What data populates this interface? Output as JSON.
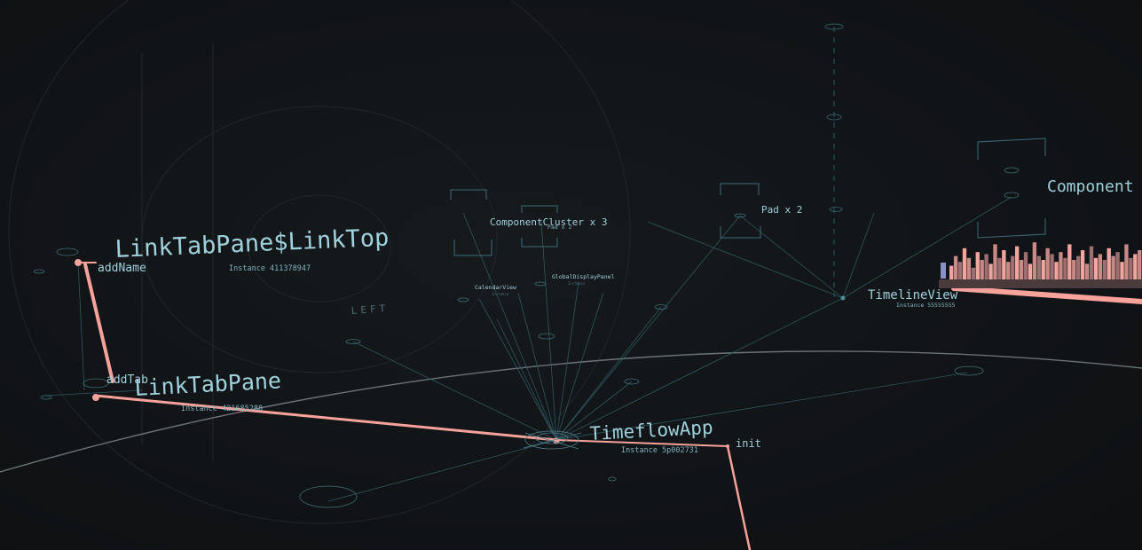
{
  "scene": {
    "background": "#111315",
    "accent": "#f7a29a",
    "edge_color": "#3e6f7a",
    "label_color": "#9fd1dd"
  },
  "nodes": {
    "link_top": {
      "label": "LinkTabPane$LinkTop",
      "instance": "Instance 411378947"
    },
    "link_tab_pane": {
      "label": "LinkTabPane",
      "instance": "Instance 421685288"
    },
    "timeflow_app": {
      "label": "TimeflowApp",
      "instance": "Instance 5p002731"
    },
    "timeline_view": {
      "label": "TimelineView",
      "instance": "Instance 55555555"
    },
    "component_cluster": {
      "label": "ComponentCluster x 3",
      "sub": "Pad x 2"
    },
    "component_right": {
      "label": "Component"
    },
    "pad": {
      "label": "Pad x 2"
    },
    "calendar_view": {
      "label": "CalendarView",
      "sub": "Instance"
    },
    "global_display_panel": {
      "label": "GlobalDisplayPanel",
      "sub": "Instance"
    }
  },
  "methods": {
    "add_name": "addName",
    "add_tab": "addTab",
    "init": "init"
  },
  "compass": {
    "left": "LEFT"
  },
  "histogram": {
    "values": [
      0.35,
      0.6,
      0.45,
      0.8,
      0.55,
      0.3,
      0.7,
      0.5,
      0.65,
      0.4,
      0.9,
      0.55,
      0.75,
      0.45,
      0.6,
      0.85,
      0.5,
      0.7,
      0.4,
      0.95,
      0.6,
      0.5,
      0.8,
      0.65,
      0.45,
      0.7,
      0.55,
      0.9,
      0.5,
      0.6,
      0.75,
      0.4,
      0.85,
      0.55,
      0.65,
      0.5,
      0.8,
      0.6,
      0.7,
      0.45,
      0.9,
      0.55,
      0.65,
      0.75
    ]
  }
}
